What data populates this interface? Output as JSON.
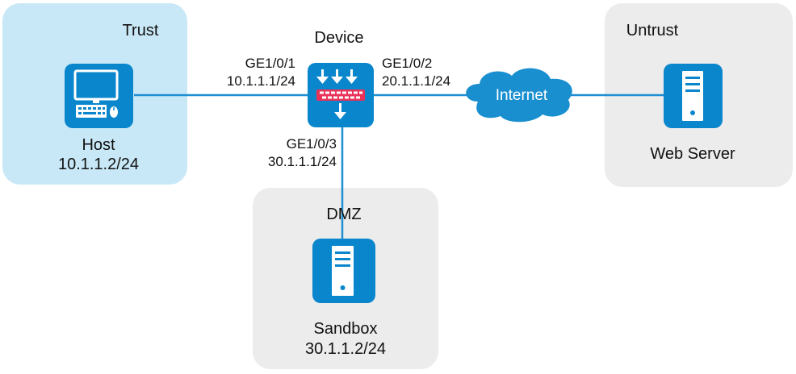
{
  "zones": {
    "trust": "Trust",
    "untrust": "Untrust",
    "dmz": "DMZ"
  },
  "device": {
    "title": "Device",
    "icon": "firewall-icon"
  },
  "interfaces": {
    "ge1": {
      "name": "GE1/0/1",
      "ip": "10.1.1.1/24"
    },
    "ge2": {
      "name": "GE1/0/2",
      "ip": "20.1.1.1/24"
    },
    "ge3": {
      "name": "GE1/0/3",
      "ip": "30.1.1.1/24"
    }
  },
  "host": {
    "name": "Host",
    "ip": "10.1.1.2/24",
    "icon": "pc-icon"
  },
  "web_server": {
    "name": "Web Server",
    "icon": "server-icon"
  },
  "sandbox": {
    "name": "Sandbox",
    "ip": "30.1.1.2/24",
    "icon": "server-icon"
  },
  "internet": {
    "label": "Internet",
    "icon": "cloud-icon"
  },
  "colors": {
    "trust_zone": "#c9e8f7",
    "other_zone": "#ececec",
    "device_blue": "#0a86cc",
    "link": "#1f8fd2",
    "cloud": "#1a8fd0",
    "firewall_red": "#e8325a"
  }
}
